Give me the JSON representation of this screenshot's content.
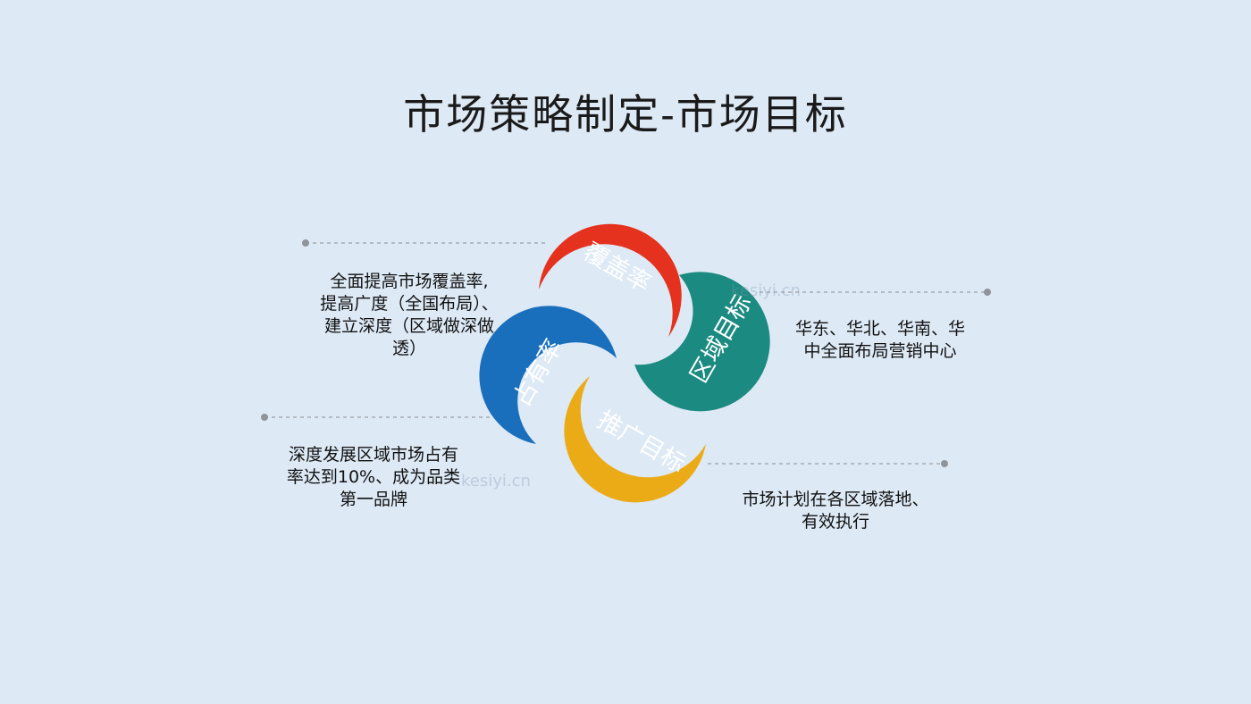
{
  "slide": {
    "title": "市场策略制定-市场目标"
  },
  "petals": [
    {
      "label": "覆盖率",
      "color": "#e5321f"
    },
    {
      "label": "区域目标",
      "color": "#1b8a80"
    },
    {
      "label": "推广目标",
      "color": "#ebab17"
    },
    {
      "label": "占有率",
      "color": "#1a6fbd"
    }
  ],
  "notes": {
    "coverage": [
      "全面提高市场覆盖率,",
      "提高广度（全国布局）、",
      "建立深度（区域做深做",
      "透）"
    ],
    "region": [
      "华东、华北、华南、华",
      "中全面布局营销中心"
    ],
    "share": [
      "深度发展区域市场占有",
      "率达到10%、成为品类",
      "第一品牌"
    ],
    "promotion": [
      "市场计划在各区域落地、",
      "有效执行"
    ]
  },
  "watermark": {
    "text": "kesiyi.cn"
  },
  "colors": {
    "line": "#9aa0a8",
    "dot": "#8f949b"
  }
}
